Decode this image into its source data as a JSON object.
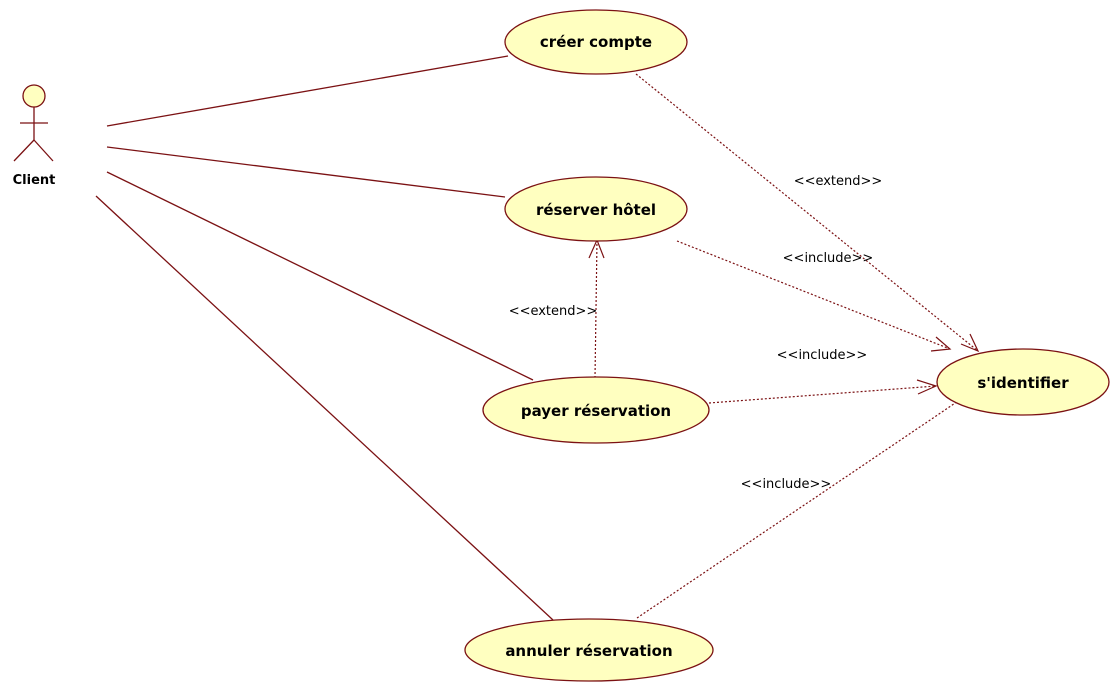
{
  "diagram": {
    "type": "uml-use-case",
    "actor": {
      "name": "Client"
    },
    "use_cases": {
      "creer_compte": "créer compte",
      "reserver_hotel": "réserver hôtel",
      "payer_reservation": "payer réservation",
      "sidentifier": "s'identifier",
      "annuler_reservation": "annuler réservation"
    },
    "relations": {
      "extend_creer": "<<extend>>",
      "include_reserver": "<<include>>",
      "extend_payer": "<<extend>>",
      "include_payer": "<<include>>",
      "include_annuler": "<<include>>"
    },
    "colors": {
      "line": "#7b1113",
      "use_case_fill": "#ffffc0"
    }
  }
}
